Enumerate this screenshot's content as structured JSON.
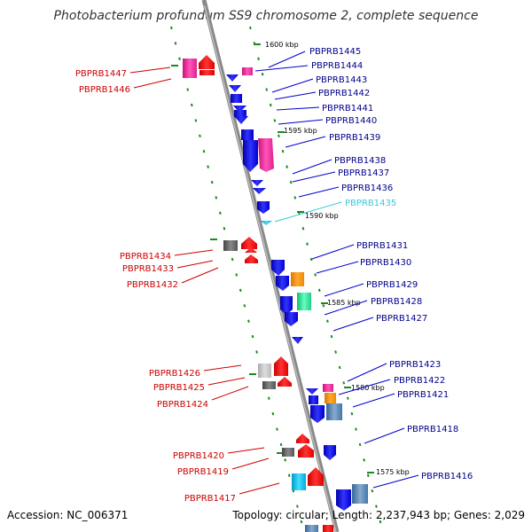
{
  "title": "Photobacterium profundum SS9 chromosome 2, complete sequence",
  "accession": "Accession: NC_006371",
  "summary": "Topology: circular; Length: 2,237,943 bp; Genes: 2,029",
  "kbp_marks": [
    {
      "id": "kbp-1600",
      "text": "1600 kbp"
    },
    {
      "id": "kbp-1595",
      "text": "1595 kbp"
    },
    {
      "id": "kbp-1590",
      "text": "1590 kbp"
    },
    {
      "id": "kbp-1585",
      "text": "1585 kbp"
    },
    {
      "id": "kbp-1580",
      "text": "1580 kbp"
    },
    {
      "id": "kbp-1575",
      "text": "1575 kbp"
    }
  ],
  "genes_right": [
    {
      "id": "PBPRB1445",
      "color": "#00008b"
    },
    {
      "id": "PBPRB1444",
      "color": "#00008b"
    },
    {
      "id": "PBPRB1443",
      "color": "#00008b"
    },
    {
      "id": "PBPRB1442",
      "color": "#00008b"
    },
    {
      "id": "PBPRB1441",
      "color": "#00008b"
    },
    {
      "id": "PBPRB1440",
      "color": "#00008b"
    },
    {
      "id": "PBPRB1439",
      "color": "#00008b"
    },
    {
      "id": "PBPRB1438",
      "color": "#00008b"
    },
    {
      "id": "PBPRB1437",
      "color": "#00008b"
    },
    {
      "id": "PBPRB1436",
      "color": "#00008b"
    },
    {
      "id": "PBPRB1435",
      "color": "#33ccdd"
    },
    {
      "id": "PBPRB1431",
      "color": "#00008b"
    },
    {
      "id": "PBPRB1430",
      "color": "#00008b"
    },
    {
      "id": "PBPRB1429",
      "color": "#00008b"
    },
    {
      "id": "PBPRB1428",
      "color": "#00008b"
    },
    {
      "id": "PBPRB1427",
      "color": "#00008b"
    },
    {
      "id": "PBPRB1423",
      "color": "#00008b"
    },
    {
      "id": "PBPRB1422",
      "color": "#00008b"
    },
    {
      "id": "PBPRB1421",
      "color": "#00008b"
    },
    {
      "id": "PBPRB1418",
      "color": "#00008b"
    },
    {
      "id": "PBPRB1416",
      "color": "#00008b"
    }
  ],
  "genes_left": [
    {
      "id": "PBPRB1447",
      "color": "#cc0000"
    },
    {
      "id": "PBPRB1446",
      "color": "#cc0000"
    },
    {
      "id": "PBPRB1434",
      "color": "#cc0000"
    },
    {
      "id": "PBPRB1433",
      "color": "#cc0000"
    },
    {
      "id": "PBPRB1432",
      "color": "#cc0000"
    },
    {
      "id": "PBPRB1426",
      "color": "#cc0000"
    },
    {
      "id": "PBPRB1425",
      "color": "#cc0000"
    },
    {
      "id": "PBPRB1424",
      "color": "#cc0000"
    },
    {
      "id": "PBPRB1420",
      "color": "#cc0000"
    },
    {
      "id": "PBPRB1419",
      "color": "#cc0000"
    },
    {
      "id": "PBPRB1417",
      "color": "#cc0000"
    }
  ]
}
